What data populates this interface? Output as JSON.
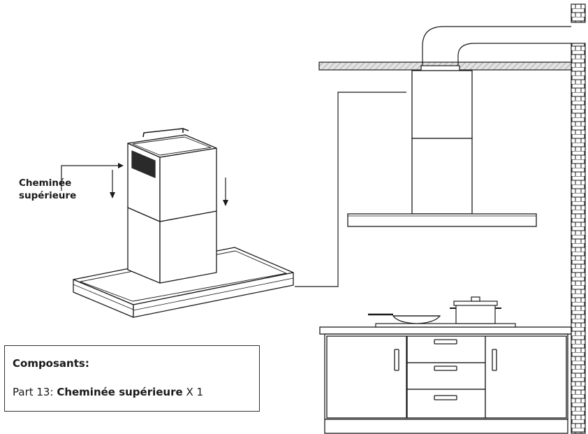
{
  "callout": {
    "line1": "Cheminée",
    "line2": "supérieure"
  },
  "components": {
    "heading": "Composants:",
    "part_prefix": "Part 13:",
    "part_name": "Cheminée supérieure",
    "part_qty": "X 1"
  },
  "colors": {
    "line": "#1a1a1a",
    "vent": "#2a2a2a",
    "ceiling_hatch": "#bdbdbd"
  }
}
